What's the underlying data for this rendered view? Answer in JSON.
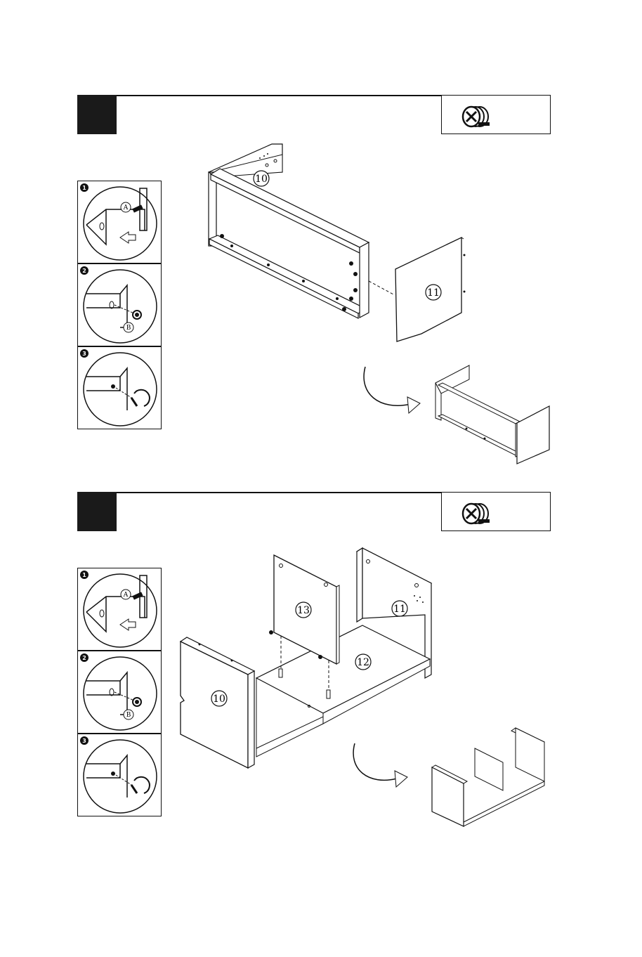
{
  "steps": [
    {
      "detail_badges": [
        "1",
        "2",
        "3"
      ],
      "detail_labels": {
        "dowel": "A",
        "cam": "B"
      },
      "part_labels": [
        "10",
        "11"
      ]
    },
    {
      "detail_badges": [
        "1",
        "2",
        "3"
      ],
      "detail_labels": {
        "dowel": "A",
        "cam": "B"
      },
      "part_labels": [
        "13",
        "11",
        "12",
        "10"
      ]
    }
  ],
  "icons": {
    "tool": "cam-lock-screwdriver-icon",
    "flow": "curved-arrow-icon"
  }
}
